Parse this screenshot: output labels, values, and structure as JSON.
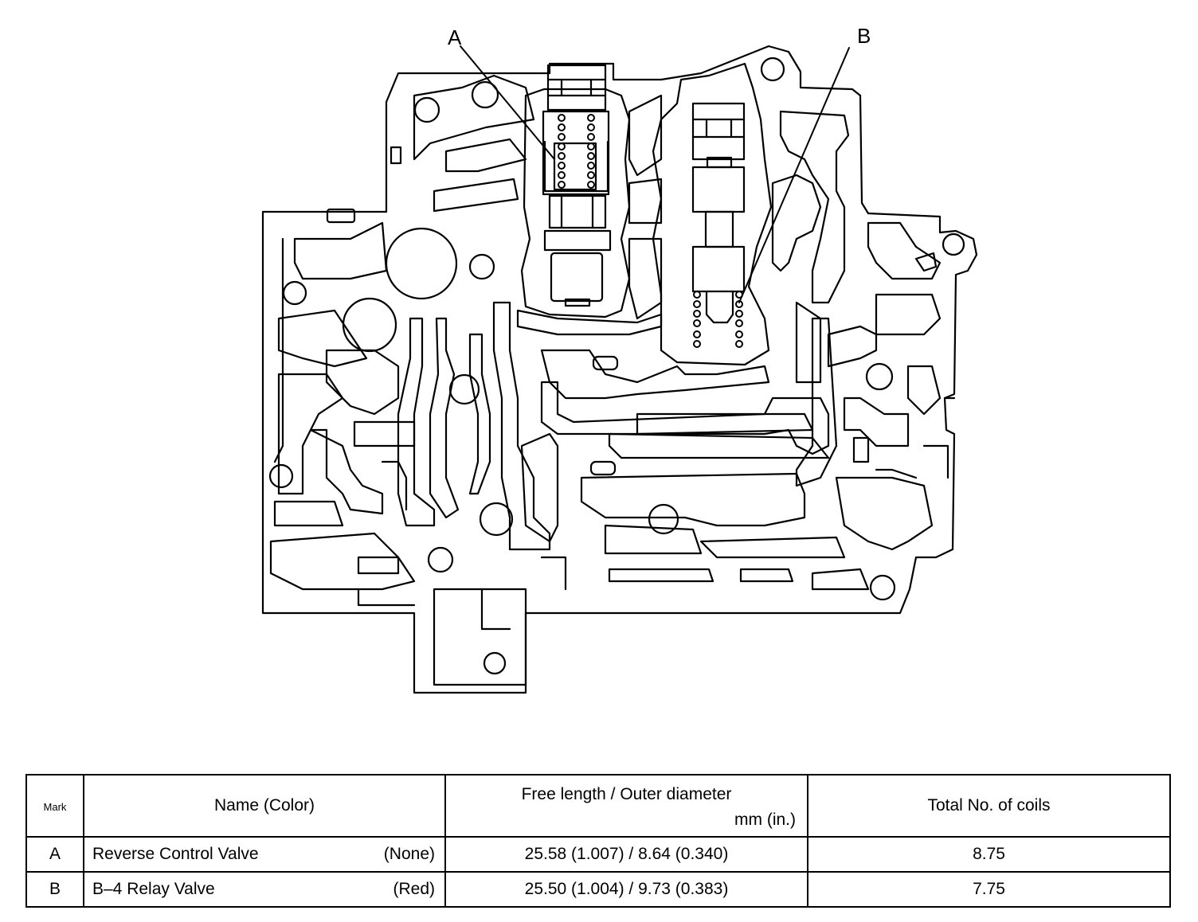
{
  "callouts": {
    "a": "A",
    "b": "B"
  },
  "table": {
    "headers": {
      "mark": "Mark",
      "name": "Name (Color)",
      "length_line1": "Free length / Outer diameter",
      "length_line2": "mm (in.)",
      "coils": "Total No. of coils"
    },
    "rows": [
      {
        "mark": "A",
        "name": "Reverse Control Valve",
        "color": "(None)",
        "length": "25.58 (1.007) / 8.64 (0.340)",
        "coils": "8.75"
      },
      {
        "mark": "B",
        "name": "B–4 Relay Valve",
        "color": "(Red)",
        "length": "25.50 (1.004) / 9.73 (0.383)",
        "coils": "7.75"
      }
    ]
  },
  "colors": {
    "line": "#000000",
    "background": "#ffffff"
  }
}
